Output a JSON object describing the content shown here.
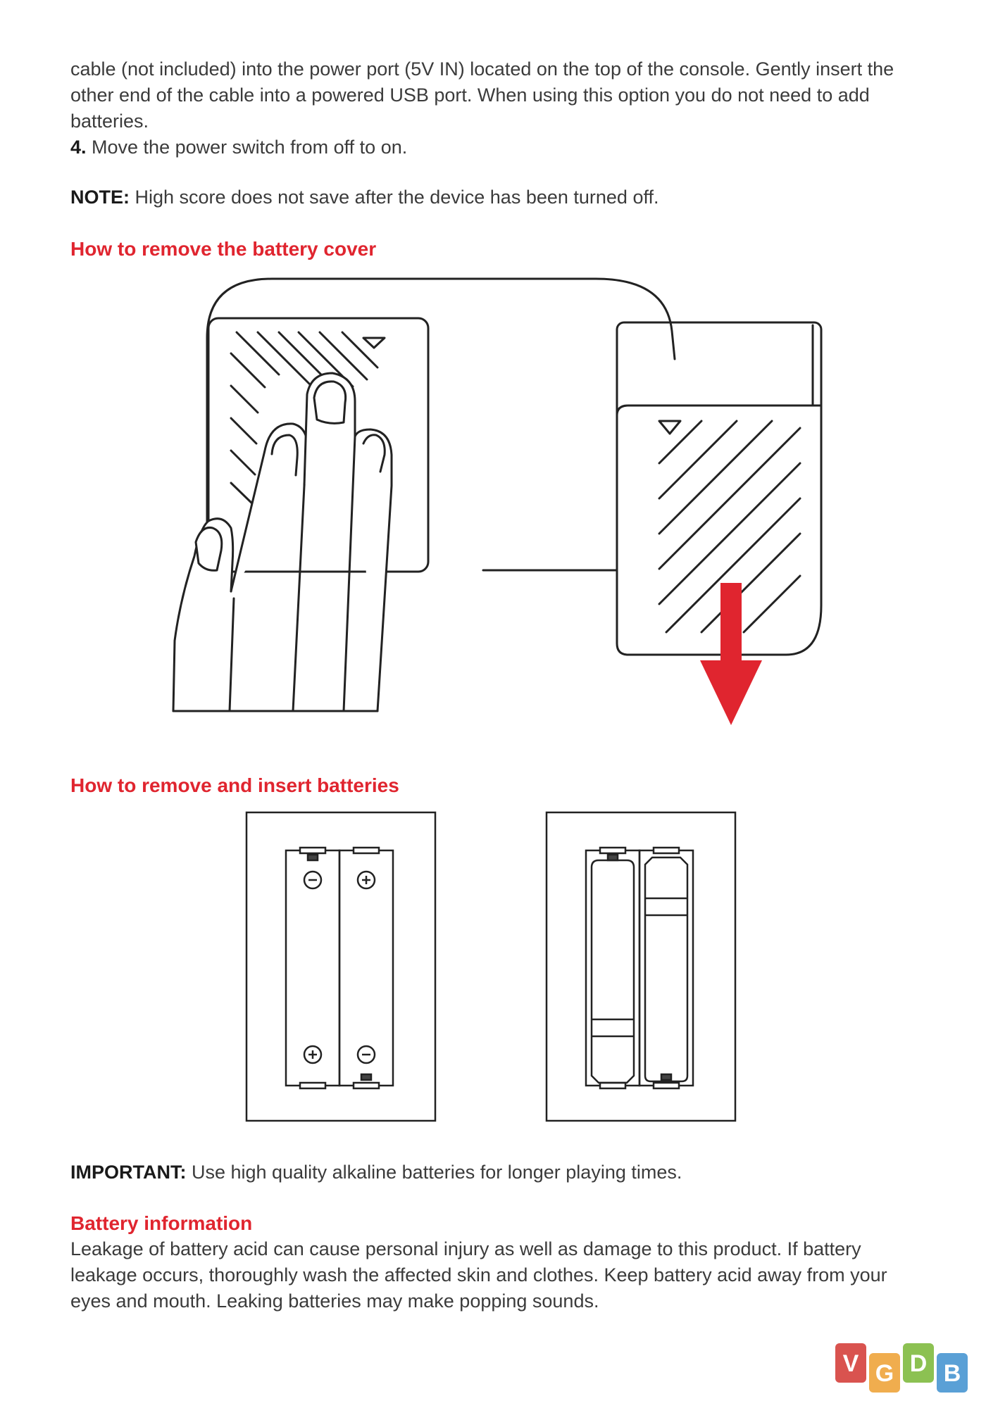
{
  "intro": {
    "continued_text": "cable (not included) into the power port (5V IN) located on the top of the console. Gently insert the other end of the cable into a powered USB port. When using this option you do not need to add batteries.",
    "step_number": "4.",
    "step_text": " Move the power switch from off to on."
  },
  "note": {
    "label": "NOTE:",
    "text": " High score does not save after the device has been turned off."
  },
  "section_cover": {
    "heading": "How to remove the battery cover"
  },
  "section_batteries": {
    "heading": "How to remove and insert batteries"
  },
  "important": {
    "label": "IMPORTANT:",
    "text": " Use high quality alkaline batteries for longer playing times."
  },
  "battery_info": {
    "heading": "Battery information",
    "text": "Leakage of battery acid can cause personal injury as well as damage to this product. If battery leakage occurs, thoroughly wash the affected skin and clothes. Keep battery acid away from your eyes and mouth. Leaking batteries may make popping sounds."
  },
  "watermark": {
    "letters": [
      "V",
      "G",
      "D",
      "B"
    ],
    "colors": [
      "#d9534f",
      "#f0ad4e",
      "#8cc152",
      "#5aa0d6"
    ]
  },
  "colors": {
    "accent_red": "#e0252f",
    "line": "#222222"
  }
}
